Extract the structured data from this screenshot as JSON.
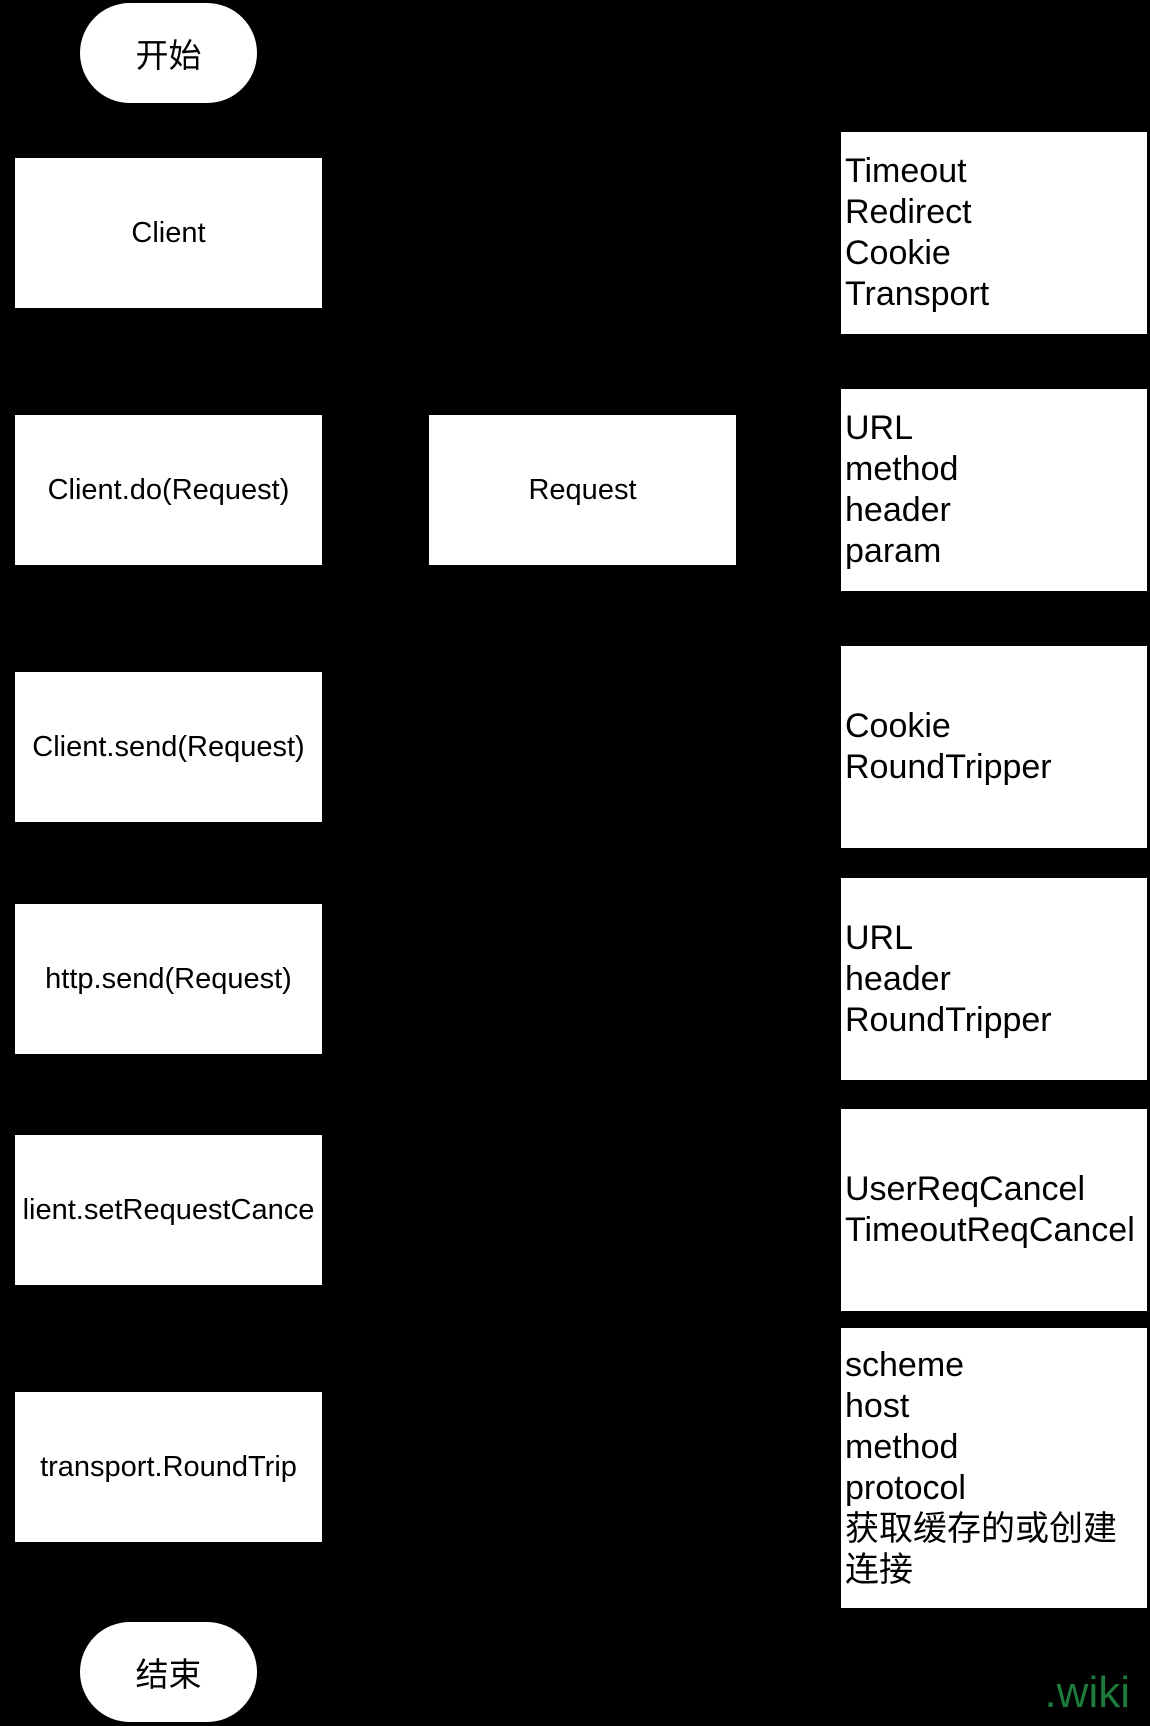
{
  "start": "开始",
  "end": "结束",
  "steps": [
    "Client",
    "Client.do(Request)",
    "Client.send(Request)",
    "http.send(Request)",
    "lient.setRequestCance",
    "transport.RoundTrip"
  ],
  "request": "Request",
  "notes": [
    [
      "Timeout",
      "Redirect",
      "Cookie",
      "Transport"
    ],
    [
      "URL",
      "method",
      "header",
      "param"
    ],
    [
      "Cookie",
      "RoundTripper"
    ],
    [
      "URL",
      "header",
      "RoundTripper"
    ],
    [
      "UserReqCancel",
      "TimeoutReqCancel"
    ],
    [
      "scheme",
      "host",
      "method",
      "protocol",
      "获取缓存的或创建",
      "连接"
    ]
  ],
  "watermark": ".wiki"
}
